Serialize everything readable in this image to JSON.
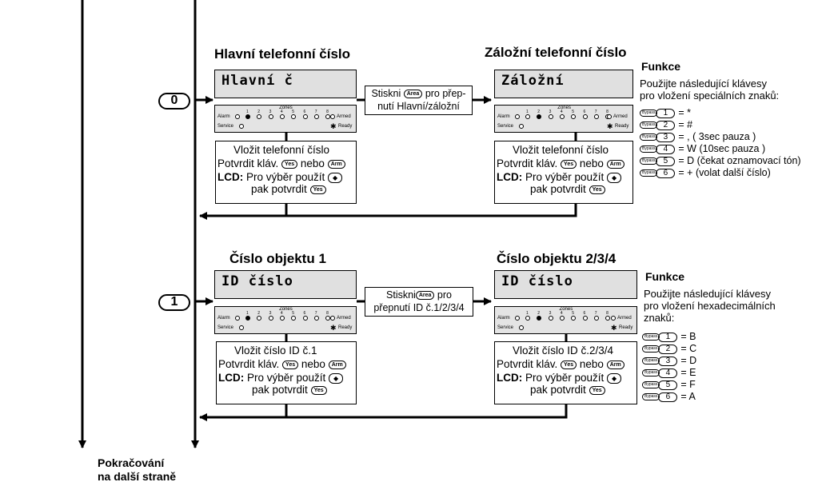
{
  "page": {
    "footer": [
      "Pokračování",
      "na další straně"
    ]
  },
  "sections": [
    {
      "option": "0",
      "left_title": "Hlavní telefonní číslo",
      "right_title": "Záložní telefonní číslo",
      "left_lcd": "Hlavní č",
      "right_lcd": "Záložní",
      "switch_text": [
        "Stiskni",
        "pro přep-",
        "nutí Hlavní/záložní"
      ],
      "left_info": {
        "line1": "Vložit telefonní číslo",
        "confirm": "Potvrdit kláv.",
        "or": "nebo",
        "lcd_label": "LCD:",
        "lcd_text": "Pro výběr použít",
        "lcd_text2": "pak potvrdit"
      },
      "right_info": {
        "line1": "Vložit telefonní číslo",
        "confirm": "Potvrdit kláv.",
        "or": "nebo",
        "lcd_label": "LCD:",
        "lcd_text": "Pro výběr použít",
        "lcd_text2": "pak potvrdit"
      },
      "functions": {
        "title": "Funkce",
        "desc": [
          "Použijte následující klávesy",
          "pro vložení speciálních znaků:"
        ],
        "items": [
          {
            "key": "1",
            "text": "= *"
          },
          {
            "key": "2",
            "text": "= #"
          },
          {
            "key": "3",
            "text": "= , (  3sec pauza   )"
          },
          {
            "key": "4",
            "text": "= W (10sec pauza    )"
          },
          {
            "key": "5",
            "text": "= D (čekat oznamovací tón)"
          },
          {
            "key": "6",
            "text": "= + (volat další číslo)"
          }
        ]
      }
    },
    {
      "option": "1",
      "left_title": "Číslo objektu 1",
      "right_title": "Číslo objektu 2/3/4",
      "left_lcd": "ID číslo",
      "right_lcd": "ID číslo",
      "switch_text": [
        "Stiskni",
        "pro",
        "přepnutí ID č.1/2/3/4"
      ],
      "left_info": {
        "line1": "Vložit  číslo  ID č.1",
        "confirm": "Potvrdit kláv.",
        "or": "nebo",
        "lcd_label": "LCD:",
        "lcd_text": "Pro výběr použít",
        "lcd_text2": "pak potvrdit"
      },
      "right_info": {
        "line1": "Vložit  číslo  ID č.2/3/4",
        "confirm": "Potvrdit kláv.",
        "or": "nebo",
        "lcd_label": "LCD:",
        "lcd_text": "Pro výběr použít",
        "lcd_text2": "pak potvrdit"
      },
      "functions": {
        "title": "Funkce",
        "desc": [
          "Použijte následující klávesy",
          "pro vložení hexadecimálních",
          "znaků:"
        ],
        "items": [
          {
            "key": "1",
            "text": "= B"
          },
          {
            "key": "2",
            "text": "= C"
          },
          {
            "key": "3",
            "text": "= D"
          },
          {
            "key": "4",
            "text": "= E"
          },
          {
            "key": "5",
            "text": "= F"
          },
          {
            "key": "6",
            "text": "= A"
          }
        ]
      }
    }
  ],
  "keypad": {
    "zones_label": "Zones",
    "alarm_label": "Alarm",
    "service_label": "Service",
    "armed_label": "Armed",
    "ready_label": "Ready",
    "zone_numbers": [
      "1",
      "2",
      "3",
      "4",
      "5",
      "6",
      "7",
      "8"
    ]
  },
  "keys": {
    "yes": "Yes",
    "arm": "Arm",
    "area": "Area",
    "bypass": "Bypass"
  }
}
